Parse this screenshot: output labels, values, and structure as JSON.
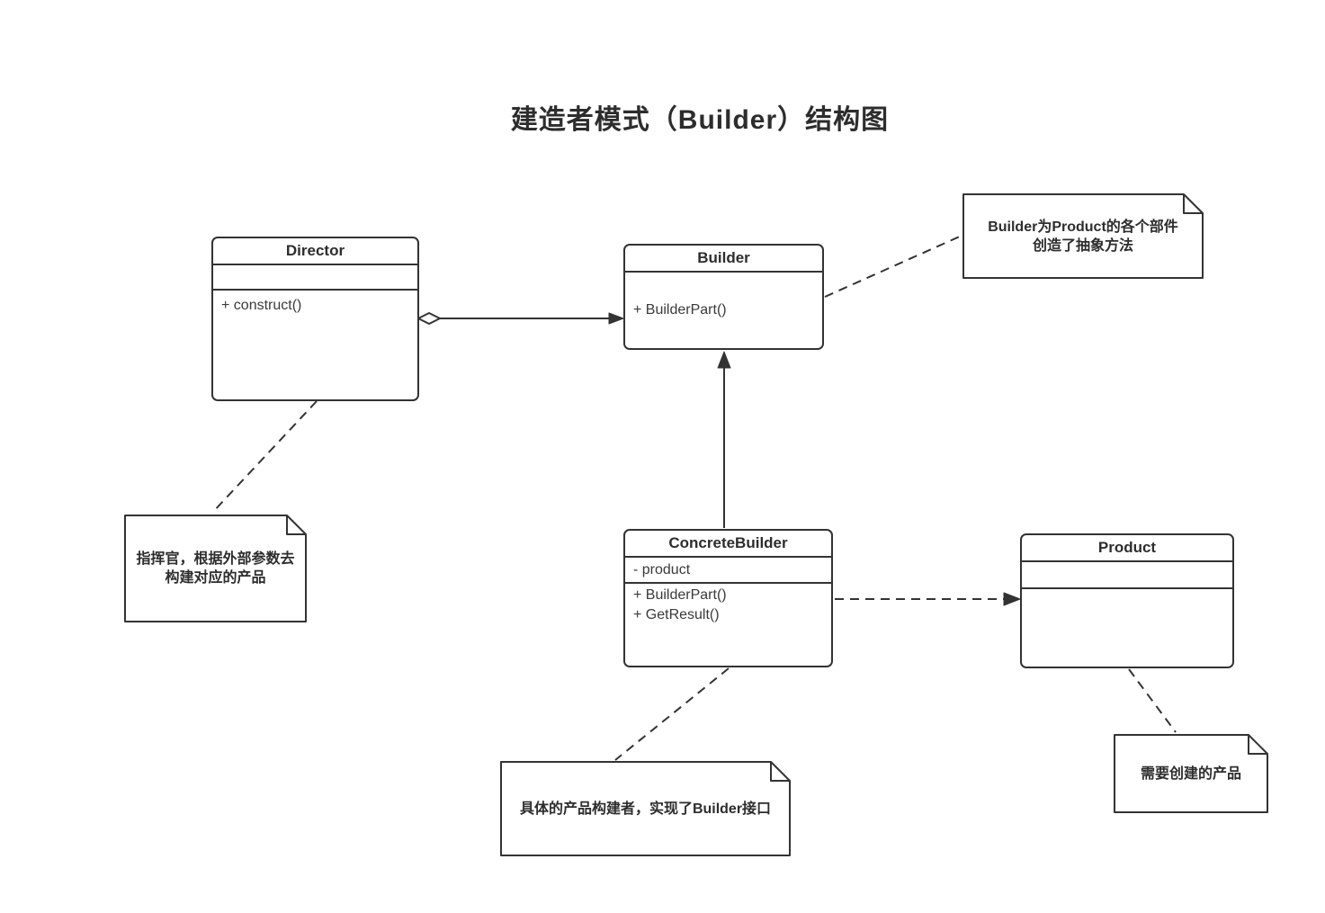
{
  "title": "建造者模式（Builder）结构图",
  "classes": {
    "director": {
      "name": "Director",
      "attributes": [],
      "methods": [
        "+ construct()"
      ]
    },
    "builder": {
      "name": "Builder",
      "methods": [
        "+ BuilderPart()"
      ]
    },
    "concreteBuilder": {
      "name": "ConcreteBuilder",
      "attributes": [
        "- product"
      ],
      "methods": [
        "+ BuilderPart()",
        "+ GetResult()"
      ]
    },
    "product": {
      "name": "Product",
      "attributes": [],
      "methods": []
    }
  },
  "notes": {
    "builderNote": {
      "lines": [
        "Builder为Product的各个部件",
        "创造了抽象方法"
      ]
    },
    "directorNote": {
      "lines": [
        "指挥官，根据外部参数去",
        "构建对应的产品"
      ]
    },
    "concreteBuilderNote": {
      "lines": [
        "具体的产品构建者，实现了Builder接口"
      ]
    },
    "productNote": {
      "lines": [
        "需要创建的产品"
      ]
    }
  },
  "relations": [
    {
      "from": "Director",
      "to": "Builder",
      "type": "aggregation",
      "line": "solid",
      "marker_from": "hollow-diamond",
      "marker_to": "filled-arrow"
    },
    {
      "from": "ConcreteBuilder",
      "to": "Builder",
      "type": "association",
      "line": "solid",
      "marker_to": "filled-arrow"
    },
    {
      "from": "ConcreteBuilder",
      "to": "Product",
      "type": "dependency",
      "line": "dashed",
      "marker_to": "filled-arrow"
    },
    {
      "from": "Builder",
      "to": "builderNote",
      "type": "note-anchor",
      "line": "dashed"
    },
    {
      "from": "Director",
      "to": "directorNote",
      "type": "note-anchor",
      "line": "dashed"
    },
    {
      "from": "ConcreteBuilder",
      "to": "concreteBuilderNote",
      "type": "note-anchor",
      "line": "dashed"
    },
    {
      "from": "Product",
      "to": "productNote",
      "type": "note-anchor",
      "line": "dashed"
    }
  ],
  "colors": {
    "stroke": "#333333",
    "background": "#ffffff",
    "text": "#2d2d2d"
  }
}
